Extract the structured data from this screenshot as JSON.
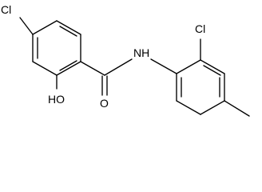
{
  "molecule": {
    "atoms": {
      "cl_left": "Cl",
      "ho": "HO",
      "o_carbonyl": "O",
      "nh": "NH",
      "cl_right": "Cl"
    }
  }
}
